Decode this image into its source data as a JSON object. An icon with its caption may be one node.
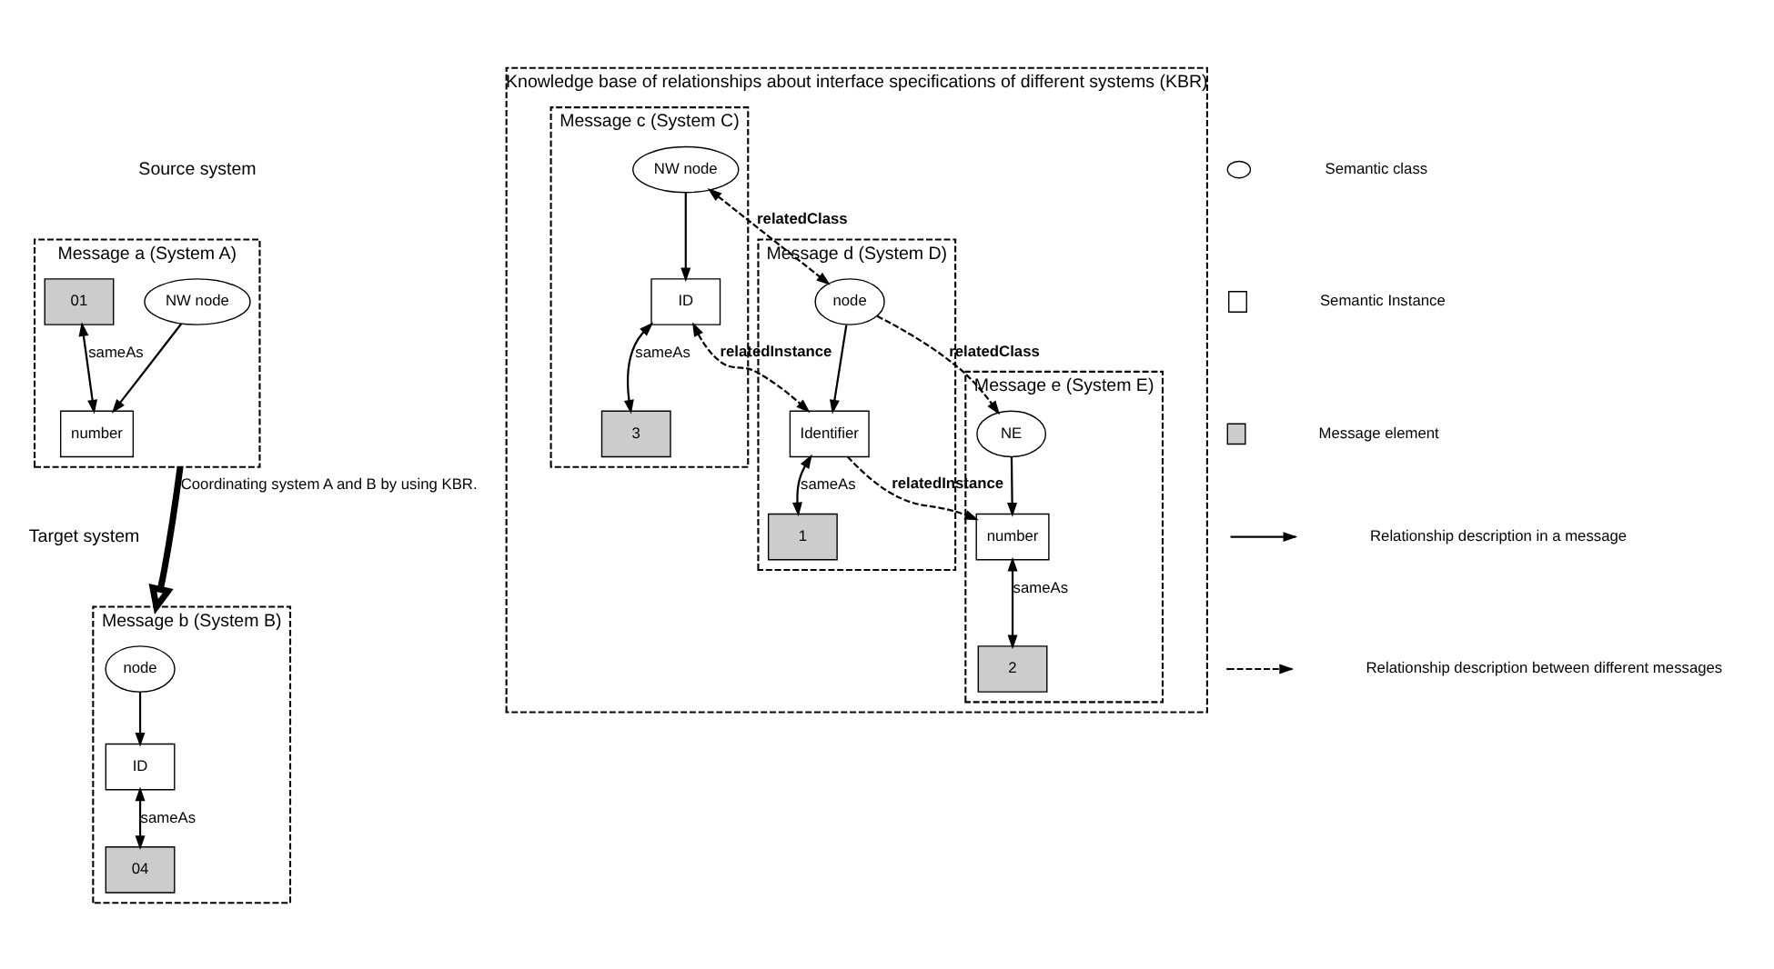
{
  "diagram": {
    "nodes": [
      {
        "text": [
          "Message a (System A)"
        ]
      },
      {
        "text": [
          "NW node"
        ],
        "in": 0
      },
      {
        "text": [
          "01"
        ],
        "in": 0
      },
      {
        "text": [
          "number"
        ],
        "in": 0
      },
      {
        "text": [
          "Message b (System B)"
        ]
      },
      {
        "text": [
          "node"
        ],
        "in": 4
      },
      {
        "text": [
          "ID"
        ],
        "in": 4
      },
      {
        "text": [
          "04"
        ],
        "in": 4
      },
      {
        "text": [
          "Knowledge base of relationships about interface specifications of different systems (KBR)"
        ]
      },
      {
        "text": [
          "Message c (System C)"
        ],
        "in": 8
      },
      {
        "text": [
          "NW node"
        ],
        "in": 9
      },
      {
        "text": [
          "ID"
        ],
        "in": 9
      },
      {
        "text": [
          "3"
        ],
        "in": 9
      },
      {
        "text": [
          "Message d (System D)"
        ],
        "in": 8
      },
      {
        "text": [
          "1"
        ],
        "in": 13
      },
      {
        "text": [
          "node"
        ],
        "in": 13
      },
      {
        "text": [
          "Identifier"
        ],
        "in": 13
      },
      {
        "text": [
          "Message e (System E)"
        ],
        "in": 8
      },
      {
        "text": [
          "NE"
        ],
        "in": 17
      },
      {
        "text": [
          "number"
        ],
        "in": 17
      },
      {
        "text": [
          "2"
        ],
        "in": 17
      }
    ],
    "edges": [
      {
        "from": 1,
        "to": 3,
        "arrow": "to"
      },
      {
        "from": 2,
        "to": 3,
        "arrow": "both",
        "label": "sameAs"
      },
      {
        "from": 0,
        "to": 4,
        "arrow": "to",
        "style": "thick",
        "label": "Coordinating system A and B by using KBR."
      },
      {
        "from": 5,
        "to": 6,
        "arrow": "to"
      },
      {
        "from": 6,
        "to": 7,
        "arrow": "both",
        "label": "sameAs"
      },
      {
        "from": 10,
        "to": 11,
        "arrow": "to"
      },
      {
        "from": 11,
        "to": 12,
        "arrow": "both",
        "label": "sameAs"
      },
      {
        "from": 10,
        "to": 15,
        "arrow": "both",
        "style": "dashed",
        "label": "relatedClass"
      },
      {
        "from": 11,
        "to": 16,
        "arrow": "both",
        "style": "dashed",
        "label": "relatedInstance"
      },
      {
        "from": 15,
        "to": 16,
        "arrow": "to"
      },
      {
        "from": 16,
        "to": 14,
        "arrow": "both",
        "label": "sameAs"
      },
      {
        "from": 15,
        "to": 18,
        "arrow": "to",
        "style": "dashed",
        "label": "relatedClass"
      },
      {
        "from": 16,
        "to": 19,
        "arrow": "to",
        "style": "dashed",
        "label": "relatedInstance"
      },
      {
        "from": 18,
        "to": 19,
        "arrow": "to"
      },
      {
        "from": 19,
        "to": 20,
        "arrow": "both",
        "label": "sameAs"
      }
    ],
    "labels": [
      "Source system",
      "Target system"
    ],
    "legend": [
      {
        "text": "Semantic class"
      },
      {
        "text": "Semantic Instance"
      },
      {
        "text": "Message element",
        "color": "#cccccc"
      },
      {
        "text": "Relationship description in a message"
      },
      {
        "text": "Relationship description between different messages"
      }
    ]
  }
}
